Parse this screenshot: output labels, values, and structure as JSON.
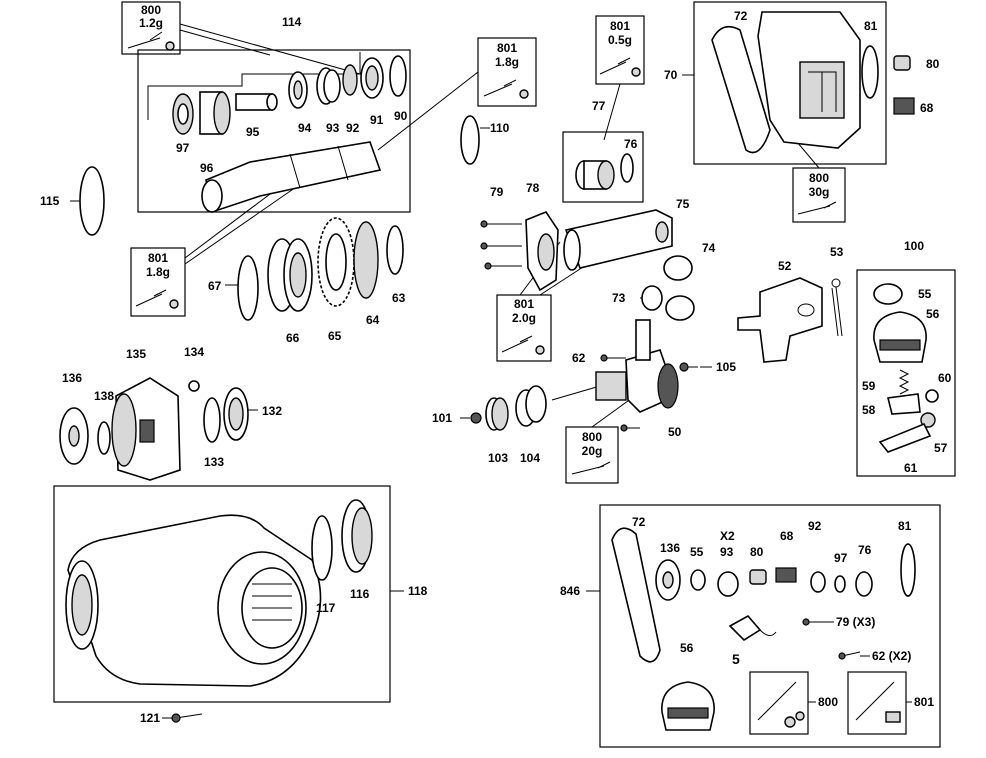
{
  "callouts": {
    "c800_top": {
      "num": "800",
      "weight": "1.2g"
    },
    "c801_top": {
      "num": "801",
      "weight": "1.8g"
    },
    "c801_left": {
      "num": "801",
      "weight": "1.8g"
    },
    "c801_mid": {
      "num": "801",
      "weight": "0.5g"
    },
    "c801_low": {
      "num": "801",
      "weight": "2.0g"
    },
    "c800_mid": {
      "num": "800",
      "weight": "30g"
    },
    "c800_low": {
      "num": "800",
      "weight": "20g"
    }
  },
  "labels": {
    "l114": "114",
    "l97": "97",
    "l96": "96",
    "l95": "95",
    "l94": "94",
    "l93": "93",
    "l92": "92",
    "l91": "91",
    "l90": "90",
    "l110": "110",
    "l115": "115",
    "l67": "67",
    "l66": "66",
    "l65": "65",
    "l64": "64",
    "l63": "63",
    "l77": "77",
    "l76": "76",
    "l72": "72",
    "l70": "70",
    "l81": "81",
    "l80": "80",
    "l68": "68",
    "l79": "79",
    "l78": "78",
    "l75": "75",
    "l74": "74",
    "l73": "73",
    "l52": "52",
    "l53": "53",
    "l100": "100",
    "l55": "55",
    "l56": "56",
    "l59": "59",
    "l60": "60",
    "l58": "58",
    "l57": "57",
    "l61": "61",
    "l136": "136",
    "l138": "138",
    "l135": "135",
    "l134": "134",
    "l132": "132",
    "l133": "133",
    "l62": "62",
    "l105": "105",
    "l101": "101",
    "l103": "103",
    "l104": "104",
    "l50": "50",
    "l118": "118",
    "l117": "117",
    "l116": "116",
    "l121": "121",
    "l846": "846",
    "k72": "72",
    "k136": "136",
    "k55": "55",
    "kx2": "X2",
    "k93": "93",
    "k80": "80",
    "k68": "68",
    "k92": "92",
    "k97": "97",
    "k76": "76",
    "k81": "81",
    "k79": "79 (X3)",
    "k5": "5",
    "k62": "62 (X2)",
    "k56": "56",
    "k800": "800",
    "k801": "801"
  }
}
